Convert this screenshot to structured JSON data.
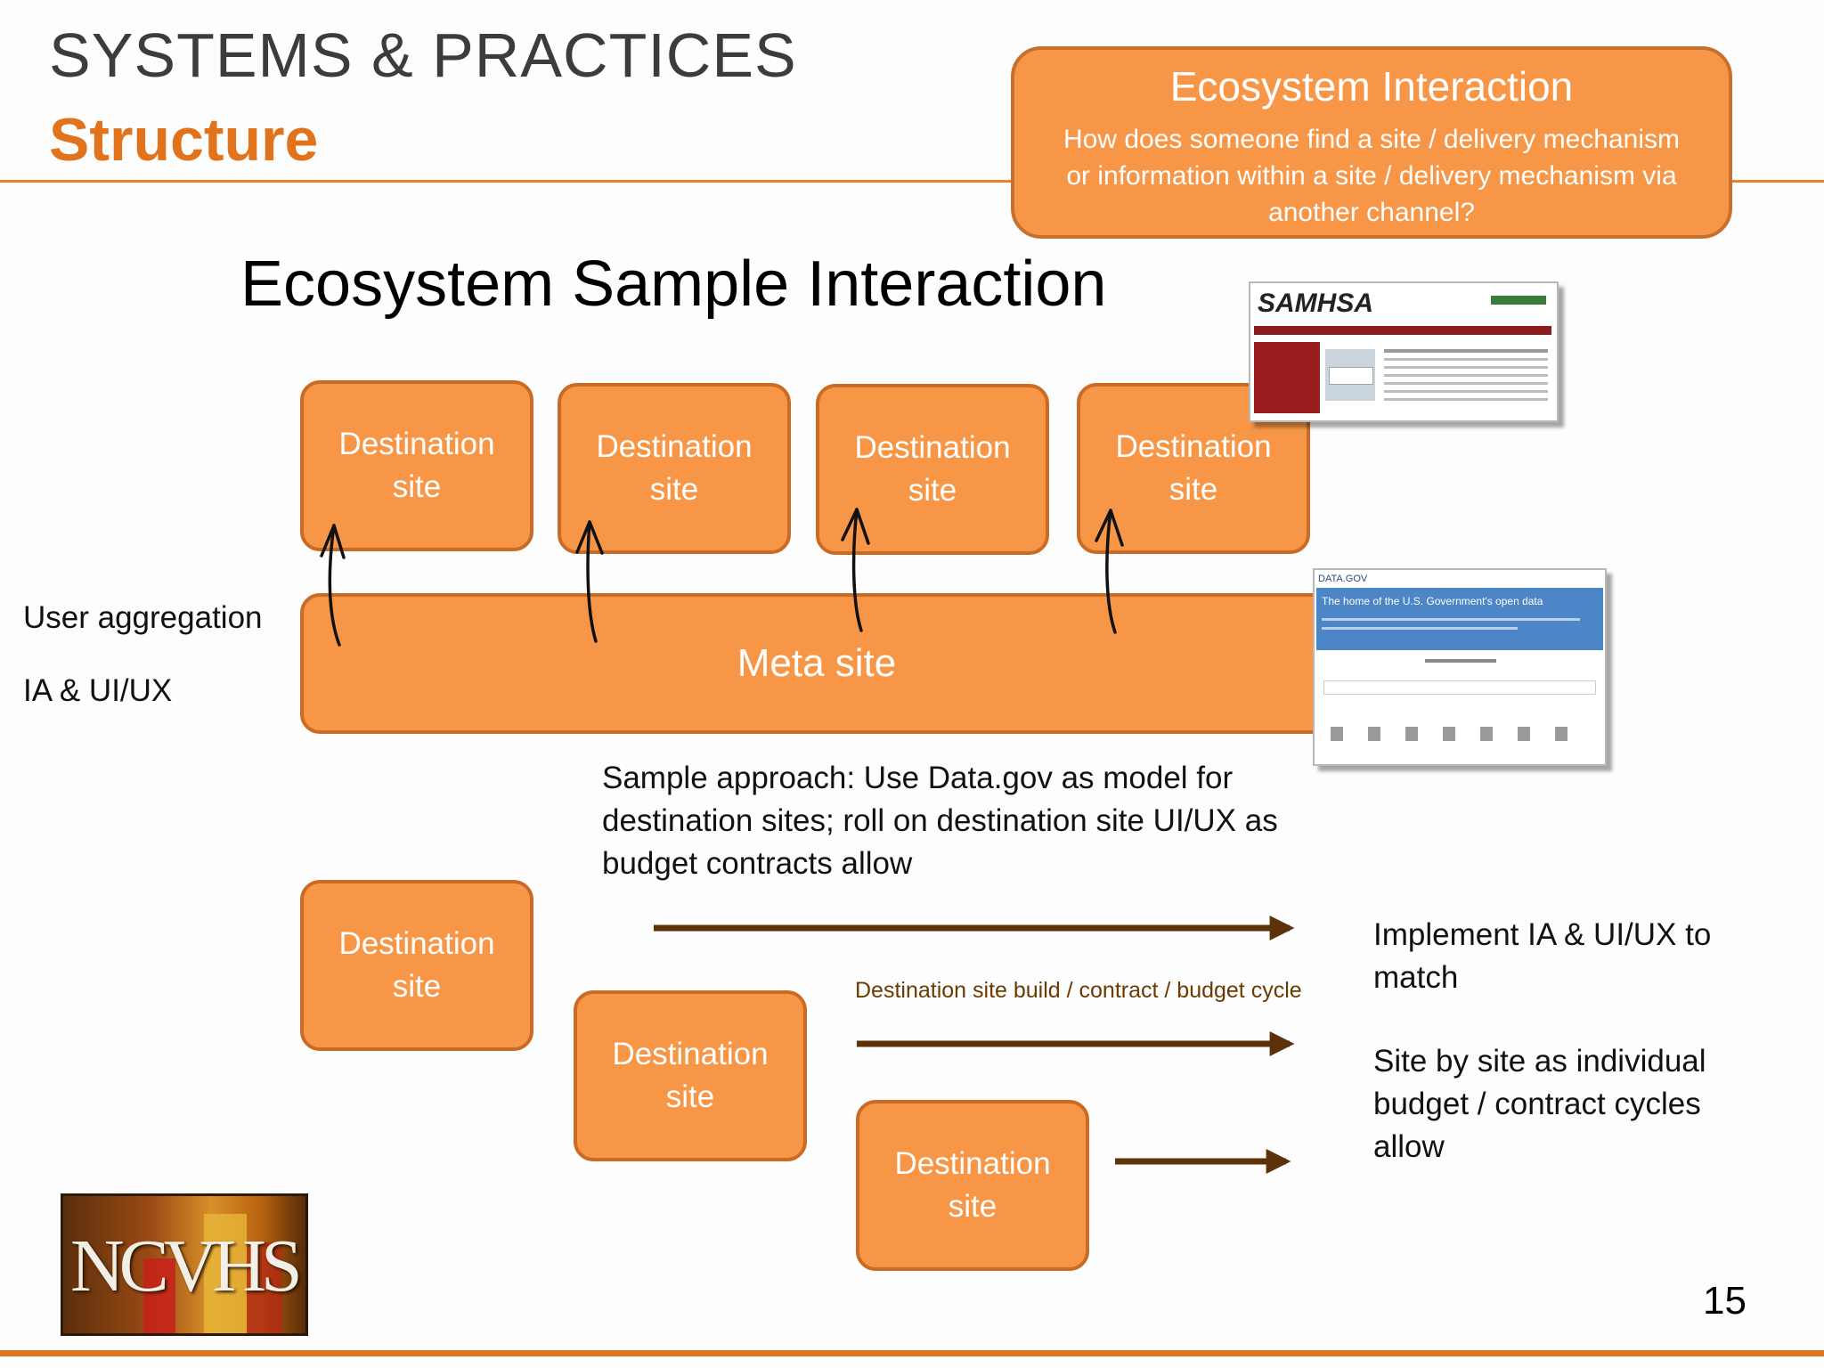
{
  "header": {
    "section": "SYSTEMS & PRACTICES",
    "subsection": "Structure"
  },
  "callout": {
    "title": "Ecosystem Interaction",
    "body": "How does someone find a site / delivery mechanism or information within a site / delivery mechanism via another channel?"
  },
  "diagram": {
    "title": "Ecosystem Sample Interaction",
    "destination_label_line1": "Destination",
    "destination_label_line2": "site",
    "meta_site": "Meta site",
    "side_labels": [
      "User aggregation",
      "IA & UI/UX"
    ],
    "approach": "Sample approach: Use Data.gov as model for destination sites; roll on destination site UI/UX as budget contracts allow",
    "cycle_label": "Destination site build / contract / budget cycle",
    "implement": "Implement IA & UI/UX to match",
    "site_by_site": "Site by site as individual budget / contract cycles allow"
  },
  "thumbnails": {
    "samhsa_logo": "SAMHSA",
    "datagov_header": "DATA.GOV",
    "datagov_tagline": "The home of the U.S. Government's open data"
  },
  "logo": {
    "text": "NCVHS"
  },
  "page_number": "15",
  "colors": {
    "accent": "#e1731c",
    "box_fill": "#f79646",
    "box_border": "#c96a25",
    "arrow": "#5c3208"
  }
}
